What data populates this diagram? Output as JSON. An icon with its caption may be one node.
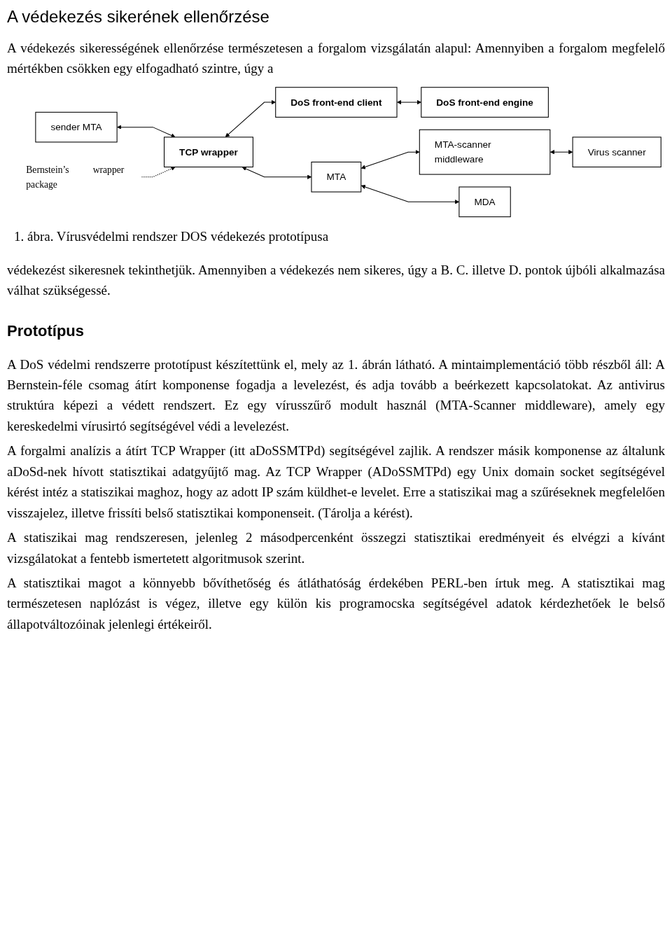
{
  "diagram": {
    "title": "A védekezés sikerének ellenőrzése",
    "caption": "1. ábra. Vírusvédelmi rendszer DOS védekezés prototípusa",
    "nodes": [
      {
        "text": [
          "sender MTA"
        ]
      },
      {
        "text": [
          "DoS front-end client"
        ]
      },
      {
        "text": [
          "DoS front-end engine"
        ]
      },
      {
        "text": [
          "TCP wrapper"
        ]
      },
      {
        "text": [
          "MTA"
        ]
      },
      {
        "text": [
          "MTA-scanner middleware"
        ]
      },
      {
        "text": [
          "Virus scanner"
        ]
      },
      {
        "text": [
          "MDA"
        ]
      },
      {
        "text": [
          "Bernstein’s wrapper package"
        ]
      }
    ],
    "edges": [
      {
        "from": 0,
        "to": 3,
        "arrow": "both"
      },
      {
        "from": 3,
        "to": 1,
        "arrow": "both"
      },
      {
        "from": 1,
        "to": 2,
        "arrow": "both"
      },
      {
        "from": 3,
        "to": 4,
        "arrow": "both"
      },
      {
        "from": 4,
        "to": 5,
        "arrow": "both"
      },
      {
        "from": 5,
        "to": 6,
        "arrow": "both"
      },
      {
        "from": 4,
        "to": 7,
        "arrow": "both"
      },
      {
        "from": 8,
        "to": 3,
        "arrow": "to",
        "style": "dashed"
      }
    ],
    "labels": [
      "A védekezés sikerességének ellenőrzése természetesen a forgalom vizsgálatán alapul: Amennyiben a forgalom megfelelő mértékben csökken egy elfogadható szintre, úgy a",
      "védekezést sikeresnek tekinthetjük. Amennyiben a védekezés nem sikeres, úgy a B. C. illetve D. pontok újbóli alkalmazása válhat szükségessé.",
      "Prototípus",
      "A DoS védelmi rendszerre prototípust készítettünk el, mely az 1. ábrán látható. A mintaimplementáció több részből áll: A Bernstein-féle csomag átírt komponense fogadja a levelezést, és adja tovább a beérkezett kapcsolatokat. Az antivirus struktúra képezi a védett rendszert. Ez egy vírusszűrő modult használ (MTA-Scanner middleware), amely egy kereskedelmi vírusirtó segítségével védi a levelezést.",
      "A forgalmi analízis a átírt TCP Wrapper (itt aDoSSMTPd) segítségével zajlik. A rendszer másik komponense az általunk aDoSd-nek hívott statisztikai adatgyűjtő mag. Az TCP Wrapper (ADoSSMTPd) egy Unix domain socket segítségével kérést intéz a statiszikai maghoz, hogy az adott IP szám küldhet-e levelet. Erre a statiszikai mag a szűréseknek megfelelően visszajelez, illetve frissíti belső statisztikai komponenseit. (Tárolja a kérést).",
      "A statiszikai mag rendszeresen, jelenleg 2 másodpercenként összegzi statisztikai eredményeit és elvégzi a kívánt vizsgálatokat a fentebb ismertetett algoritmusok szerint.",
      "A statisztikai magot a könnyebb bővíthetőség és átláthatóság érdekében PERL-ben írtuk meg. A statisztikai mag természetesen naplózást is végez, illetve egy külön kis programocska segítségével adatok kérdezhetőek le belső állapotváltozóinak jelenlegi értékeiről."
    ]
  }
}
